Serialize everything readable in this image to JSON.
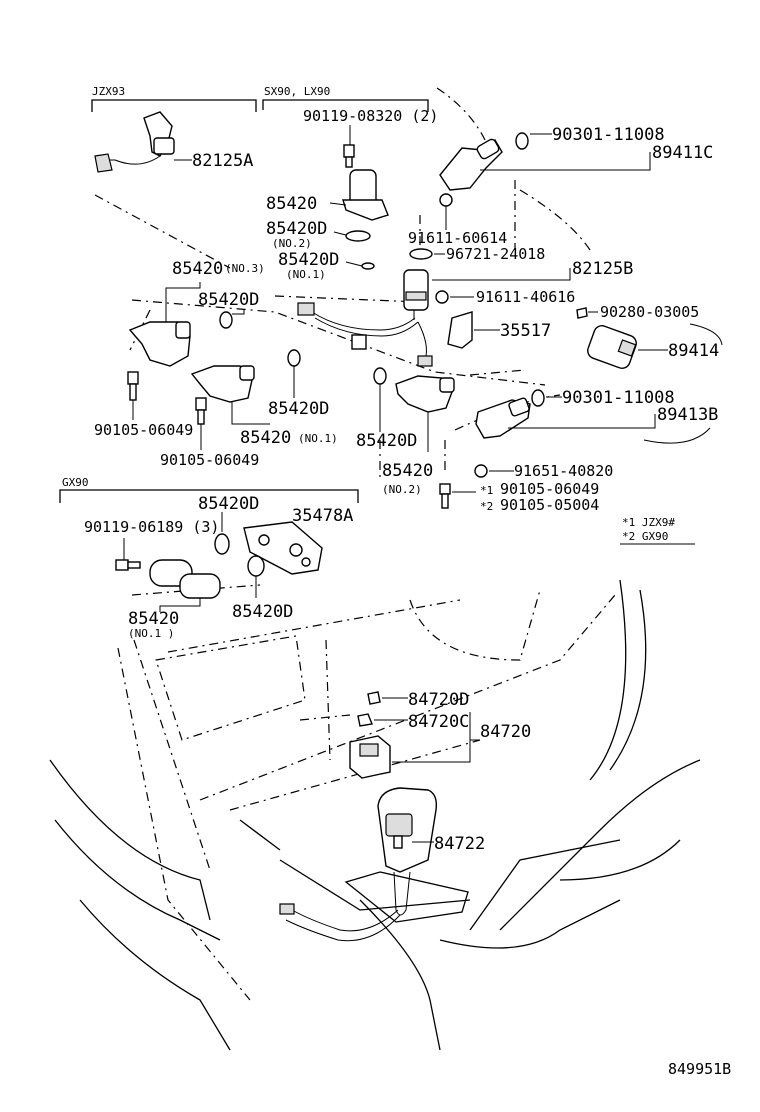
{
  "groups": {
    "jzx93": "JZX93",
    "sx90_lx90": "SX90, LX90",
    "gx90": "GX90"
  },
  "labels": {
    "p90119_08320": "90119-08320 (2)",
    "p82125A": "82125A",
    "p85420_top": "85420",
    "p85420D_no2_top": "85420D",
    "no2_small": "(NO.2)",
    "p85420D_no1_top": "85420D",
    "no1_small": "(NO.1)",
    "p90301_11008_top": "90301-11008",
    "p89411C": "89411C",
    "p91611_60614": "91611-60614",
    "p96721_24018": "96721-24018",
    "p82125B": "82125B",
    "p91611_40616": "91611-40616",
    "p90280_03005": "90280-03005",
    "p35517": "35517",
    "p89414": "89414",
    "p85420_no3": "85420",
    "no3_suffix": "(NO.3)",
    "p85420D_left": "85420D",
    "p90105_06049_a": "90105-06049",
    "p90105_06049_b": "90105-06049",
    "p85420D_mid": "85420D",
    "p85420_no1_mid": "85420",
    "no1_suffix": "(NO.1)",
    "p85420D_center": "85420D",
    "p90301_11008_mid": "90301-11008",
    "p89413B": "89413B",
    "p85420_no2": "85420",
    "no2_paren": "(NO.2)",
    "p91651_40820": "91651-40820",
    "star1": "*1",
    "p90105_06049_star": "90105-06049",
    "star2": "*2",
    "p90105_05004": "90105-05004",
    "note1": "*1 JZX9#",
    "note2": "*2 GX90",
    "p85420D_gx_top": "85420D",
    "p90119_06189": "90119-06189 (3)",
    "p35478A": "35478A",
    "p85420_gx": "85420",
    "no1_gx": "(NO.1    )",
    "p85420D_gx_bottom": "85420D",
    "p84720D": "84720D",
    "p84720C": "84720C",
    "p84720": "84720",
    "p84722": "84722",
    "figure_number": "849951B"
  }
}
